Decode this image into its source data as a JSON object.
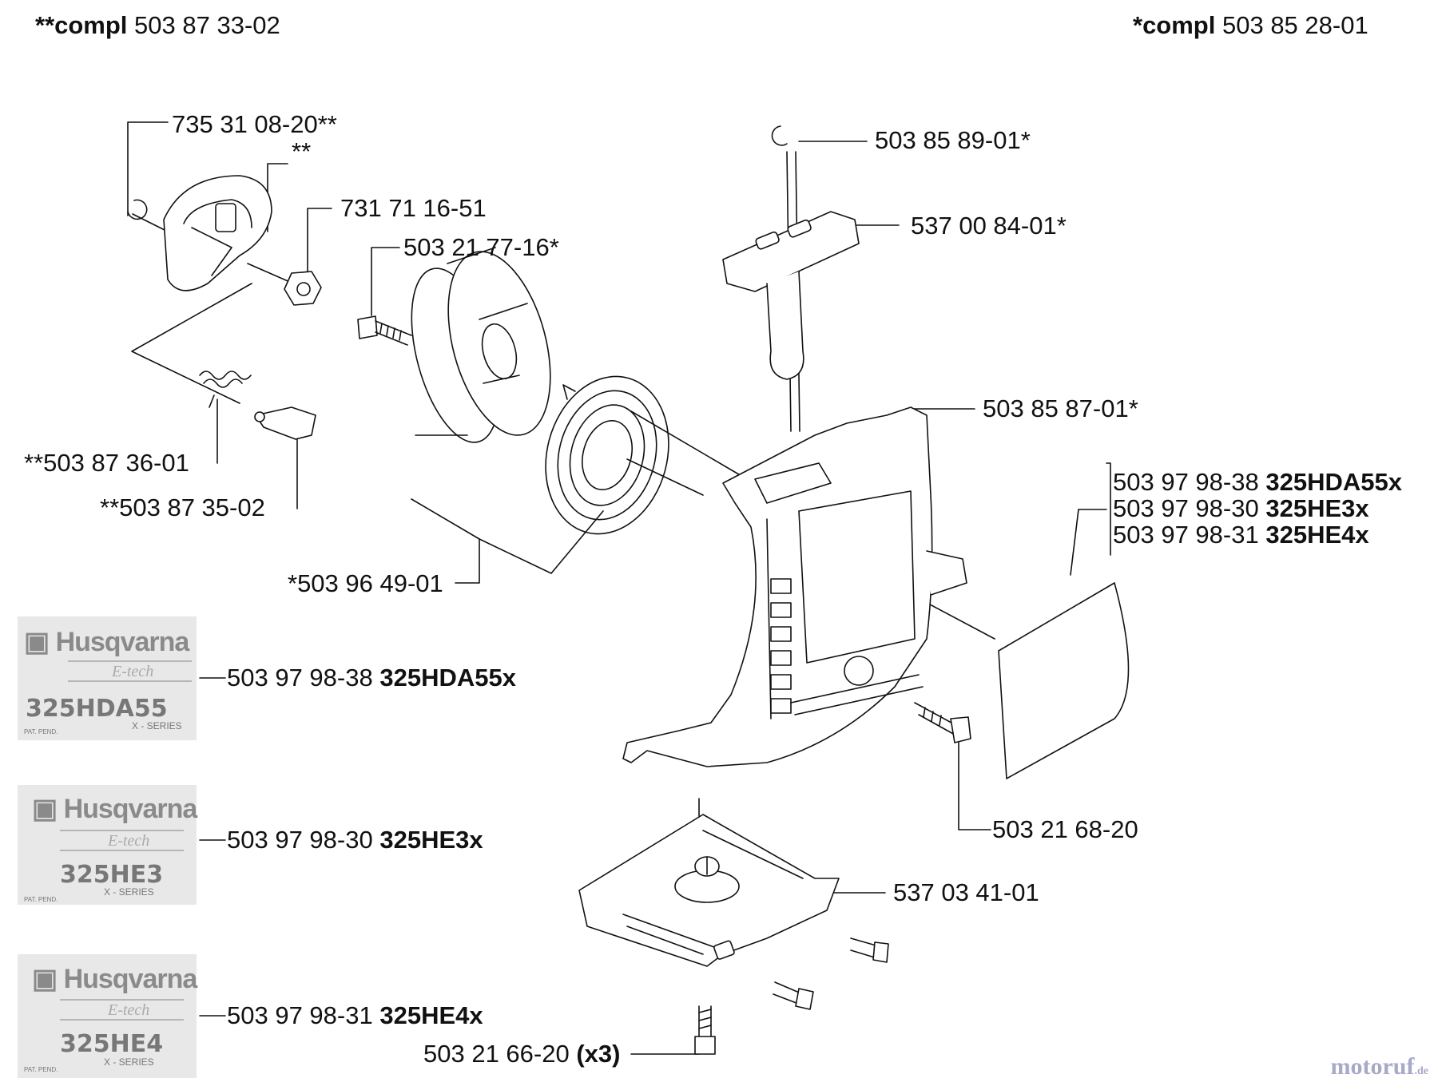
{
  "header": {
    "left": {
      "prefix": "**compl",
      "number": "503 87 33-02"
    },
    "right": {
      "prefix": "*compl",
      "number": "503 85 28-01"
    }
  },
  "labels": {
    "l1": "735 31 08-20**",
    "l2": "**",
    "l3": "731 71 16-51",
    "l4": "503 21 77-16*",
    "l5": "503 85 89-01*",
    "l6": "537 00 84-01*",
    "l7": "503 85 87-01*",
    "l8": "**503 87 36-01",
    "l9": "**503 87 35-02",
    "l10": "*503 96 49-01",
    "l11": "503 21 68-20",
    "l12": "537 03 41-01"
  },
  "decal_group": [
    {
      "number": "503 97 98-38",
      "model": "325HDA55x"
    },
    {
      "number": "503 97 98-30",
      "model": "325HE3x"
    },
    {
      "number": "503 97 98-31",
      "model": "325HE4x"
    }
  ],
  "decals": [
    {
      "brand": "Husqvarna",
      "tagline": "E-tech",
      "model_mark": "325HDA55",
      "series": "X - SERIES",
      "pat": "PAT. PEND.",
      "number": "503 97 98-38",
      "model": "325HDA55x"
    },
    {
      "brand": "Husqvarna",
      "tagline": "E-tech",
      "model_mark": "325HE3",
      "series": "X - SERIES",
      "pat": "PAT. PEND.",
      "number": "503 97 98-30",
      "model": "325HE3x"
    },
    {
      "brand": "Husqvarna",
      "tagline": "E-tech",
      "model_mark": "325HE4",
      "series": "X - SERIES",
      "pat": "PAT. PEND.",
      "number": "503 97 98-31",
      "model": "325HE4x"
    }
  ],
  "bottom_screw": {
    "number": "503 21 66-20",
    "qty": "(x3)"
  },
  "watermark": {
    "text": "motoruf",
    "suffix": ".de"
  }
}
